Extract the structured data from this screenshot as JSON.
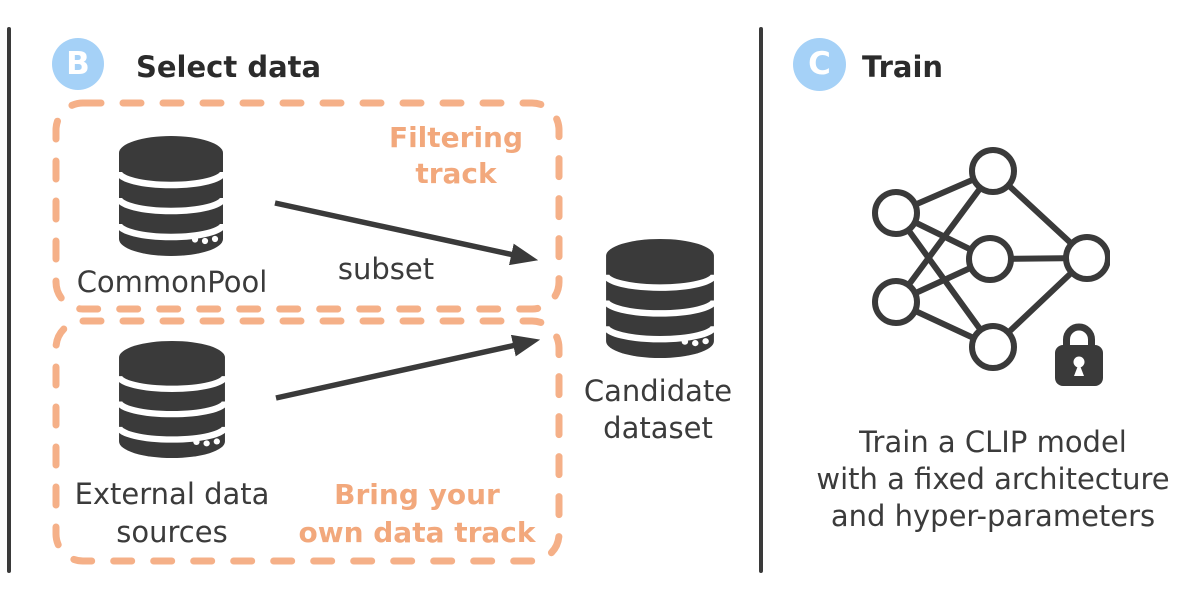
{
  "colors": {
    "accent_orange": "#F5B088",
    "accent_orange_text": "#F2A87C",
    "badge_blue": "#A5D1F7",
    "ink": "#3A3A3A",
    "text_dark": "#3B3B3B",
    "title_dark": "#2B2B2B",
    "bg": "#FFFFFF"
  },
  "select_panel": {
    "badge_letter": "B",
    "title": "Select data",
    "filtering_track": {
      "name_line1": "Filtering",
      "name_line2": "track",
      "source_label": "CommonPool",
      "arrow_label": "subset"
    },
    "byod_track": {
      "name_line1": "Bring your",
      "name_line2": "own data track",
      "source_line1": "External data",
      "source_line2": "sources"
    },
    "candidate_line1": "Candidate",
    "candidate_line2": "dataset"
  },
  "train_panel": {
    "badge_letter": "C",
    "title": "Train",
    "caption_line1": "Train a CLIP model",
    "caption_line2": "with a fixed architecture",
    "caption_line3": "and hyper-parameters"
  },
  "icons": {
    "database": "database-icon",
    "neural_network": "neural-network-icon",
    "lock": "lock-icon"
  }
}
